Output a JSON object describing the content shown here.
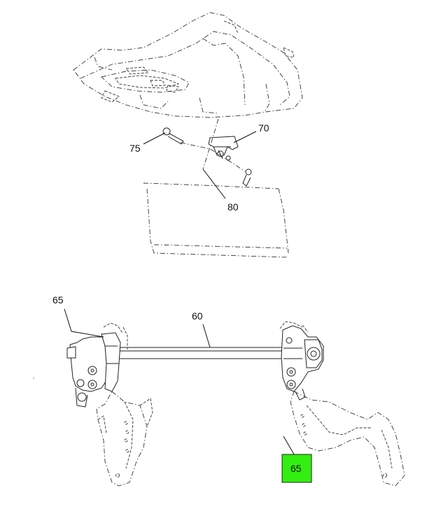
{
  "callouts": {
    "c75": "75",
    "c70": "70",
    "c80": "80",
    "c65_left": "65",
    "c60": "60",
    "c65_right": "65"
  },
  "colors": {
    "highlight": "#33ee11",
    "line": "#222222",
    "background": "#ffffff"
  },
  "highlighted_callout": "c65_right"
}
